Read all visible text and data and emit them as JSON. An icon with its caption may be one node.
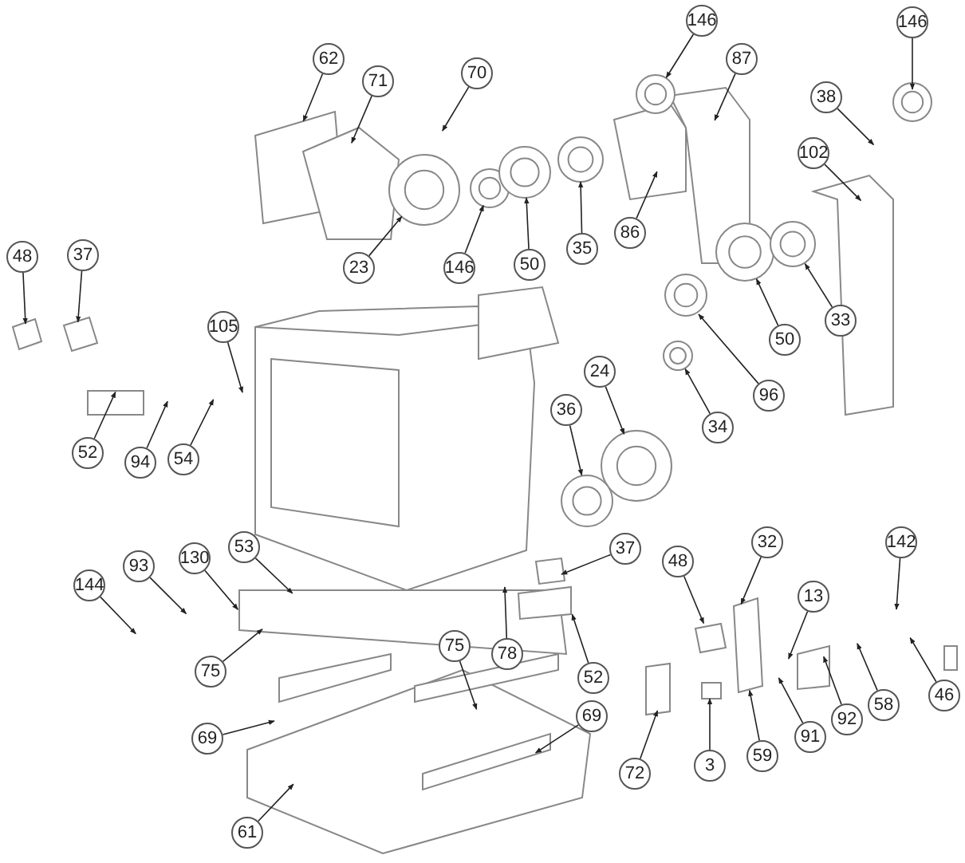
{
  "diagram": {
    "nodes": [
      {
        "text": [
          "146"
        ]
      },
      {
        "text": [
          "146"
        ]
      },
      {
        "text": [
          "62"
        ]
      },
      {
        "text": [
          "87"
        ]
      },
      {
        "text": [
          "70"
        ]
      },
      {
        "text": [
          "71"
        ]
      },
      {
        "text": [
          "38"
        ]
      },
      {
        "text": [
          "102"
        ]
      },
      {
        "text": [
          "86"
        ]
      },
      {
        "text": [
          "35"
        ]
      },
      {
        "text": [
          "48"
        ]
      },
      {
        "text": [
          "37"
        ]
      },
      {
        "text": [
          "50"
        ]
      },
      {
        "text": [
          "23"
        ]
      },
      {
        "text": [
          "146"
        ]
      },
      {
        "text": [
          "33"
        ]
      },
      {
        "text": [
          "50"
        ]
      },
      {
        "text": [
          "96"
        ]
      },
      {
        "text": [
          "105"
        ]
      },
      {
        "text": [
          "24"
        ]
      },
      {
        "text": [
          "36"
        ]
      },
      {
        "text": [
          "34"
        ]
      },
      {
        "text": [
          "52"
        ]
      },
      {
        "text": [
          "54"
        ]
      },
      {
        "text": [
          "94"
        ]
      },
      {
        "text": [
          "32"
        ]
      },
      {
        "text": [
          "142"
        ]
      },
      {
        "text": [
          "53"
        ]
      },
      {
        "text": [
          "37"
        ]
      },
      {
        "text": [
          "130"
        ]
      },
      {
        "text": [
          "48"
        ]
      },
      {
        "text": [
          "93"
        ]
      },
      {
        "text": [
          "144"
        ]
      },
      {
        "text": [
          "13"
        ]
      },
      {
        "text": [
          "75"
        ]
      },
      {
        "text": [
          "78"
        ]
      },
      {
        "text": [
          "52"
        ]
      },
      {
        "text": [
          "75"
        ]
      },
      {
        "text": [
          "46"
        ]
      },
      {
        "text": [
          "58"
        ]
      },
      {
        "text": [
          "69"
        ]
      },
      {
        "text": [
          "92"
        ]
      },
      {
        "text": [
          "91"
        ]
      },
      {
        "text": [
          "69"
        ]
      },
      {
        "text": [
          "3"
        ]
      },
      {
        "text": [
          "59"
        ]
      },
      {
        "text": [
          "72"
        ]
      },
      {
        "text": [
          "61"
        ]
      }
    ],
    "edges": [
      {
        "from": 0,
        "to": null,
        "arrow": "to"
      },
      {
        "from": 1,
        "to": null,
        "arrow": "to"
      },
      {
        "from": 2,
        "to": null,
        "arrow": "to"
      },
      {
        "from": 3,
        "to": null,
        "arrow": "to"
      },
      {
        "from": 4,
        "to": null,
        "arrow": "to"
      },
      {
        "from": 5,
        "to": null,
        "arrow": "to"
      },
      {
        "from": 6,
        "to": null,
        "arrow": "to"
      },
      {
        "from": 7,
        "to": null,
        "arrow": "to"
      },
      {
        "from": 8,
        "to": null,
        "arrow": "to"
      },
      {
        "from": 9,
        "to": null,
        "arrow": "to"
      },
      {
        "from": 10,
        "to": null,
        "arrow": "to"
      },
      {
        "from": 11,
        "to": null,
        "arrow": "to"
      },
      {
        "from": 12,
        "to": null,
        "arrow": "to"
      },
      {
        "from": 13,
        "to": null,
        "arrow": "to"
      },
      {
        "from": 14,
        "to": null,
        "arrow": "to"
      },
      {
        "from": 15,
        "to": null,
        "arrow": "to"
      },
      {
        "from": 16,
        "to": null,
        "arrow": "to"
      },
      {
        "from": 17,
        "to": null,
        "arrow": "to"
      },
      {
        "from": 18,
        "to": null,
        "arrow": "to"
      },
      {
        "from": 19,
        "to": null,
        "arrow": "to"
      },
      {
        "from": 20,
        "to": null,
        "arrow": "to"
      },
      {
        "from": 21,
        "to": null,
        "arrow": "to"
      },
      {
        "from": 22,
        "to": null,
        "arrow": "to"
      },
      {
        "from": 23,
        "to": null,
        "arrow": "to"
      },
      {
        "from": 24,
        "to": null,
        "arrow": "to"
      },
      {
        "from": 25,
        "to": null,
        "arrow": "to"
      },
      {
        "from": 26,
        "to": null,
        "arrow": "to"
      },
      {
        "from": 27,
        "to": null,
        "arrow": "to"
      },
      {
        "from": 28,
        "to": null,
        "arrow": "to"
      },
      {
        "from": 29,
        "to": null,
        "arrow": "to"
      },
      {
        "from": 30,
        "to": null,
        "arrow": "to"
      },
      {
        "from": 31,
        "to": null,
        "arrow": "to"
      },
      {
        "from": 32,
        "to": null,
        "arrow": "to"
      },
      {
        "from": 33,
        "to": null,
        "arrow": "to"
      },
      {
        "from": 34,
        "to": null,
        "arrow": "to"
      },
      {
        "from": 35,
        "to": null,
        "arrow": "to"
      },
      {
        "from": 36,
        "to": null,
        "arrow": "to"
      },
      {
        "from": 37,
        "to": null,
        "arrow": "to"
      },
      {
        "from": 38,
        "to": null,
        "arrow": "to"
      },
      {
        "from": 39,
        "to": null,
        "arrow": "to"
      },
      {
        "from": 40,
        "to": null,
        "arrow": "to"
      },
      {
        "from": 41,
        "to": null,
        "arrow": "to"
      },
      {
        "from": 42,
        "to": null,
        "arrow": "to"
      },
      {
        "from": 43,
        "to": null,
        "arrow": "to"
      },
      {
        "from": 44,
        "to": null,
        "arrow": "to"
      },
      {
        "from": 45,
        "to": null,
        "arrow": "to"
      },
      {
        "from": 46,
        "to": null,
        "arrow": "to"
      },
      {
        "from": 47,
        "to": null,
        "arrow": "to"
      }
    ]
  }
}
